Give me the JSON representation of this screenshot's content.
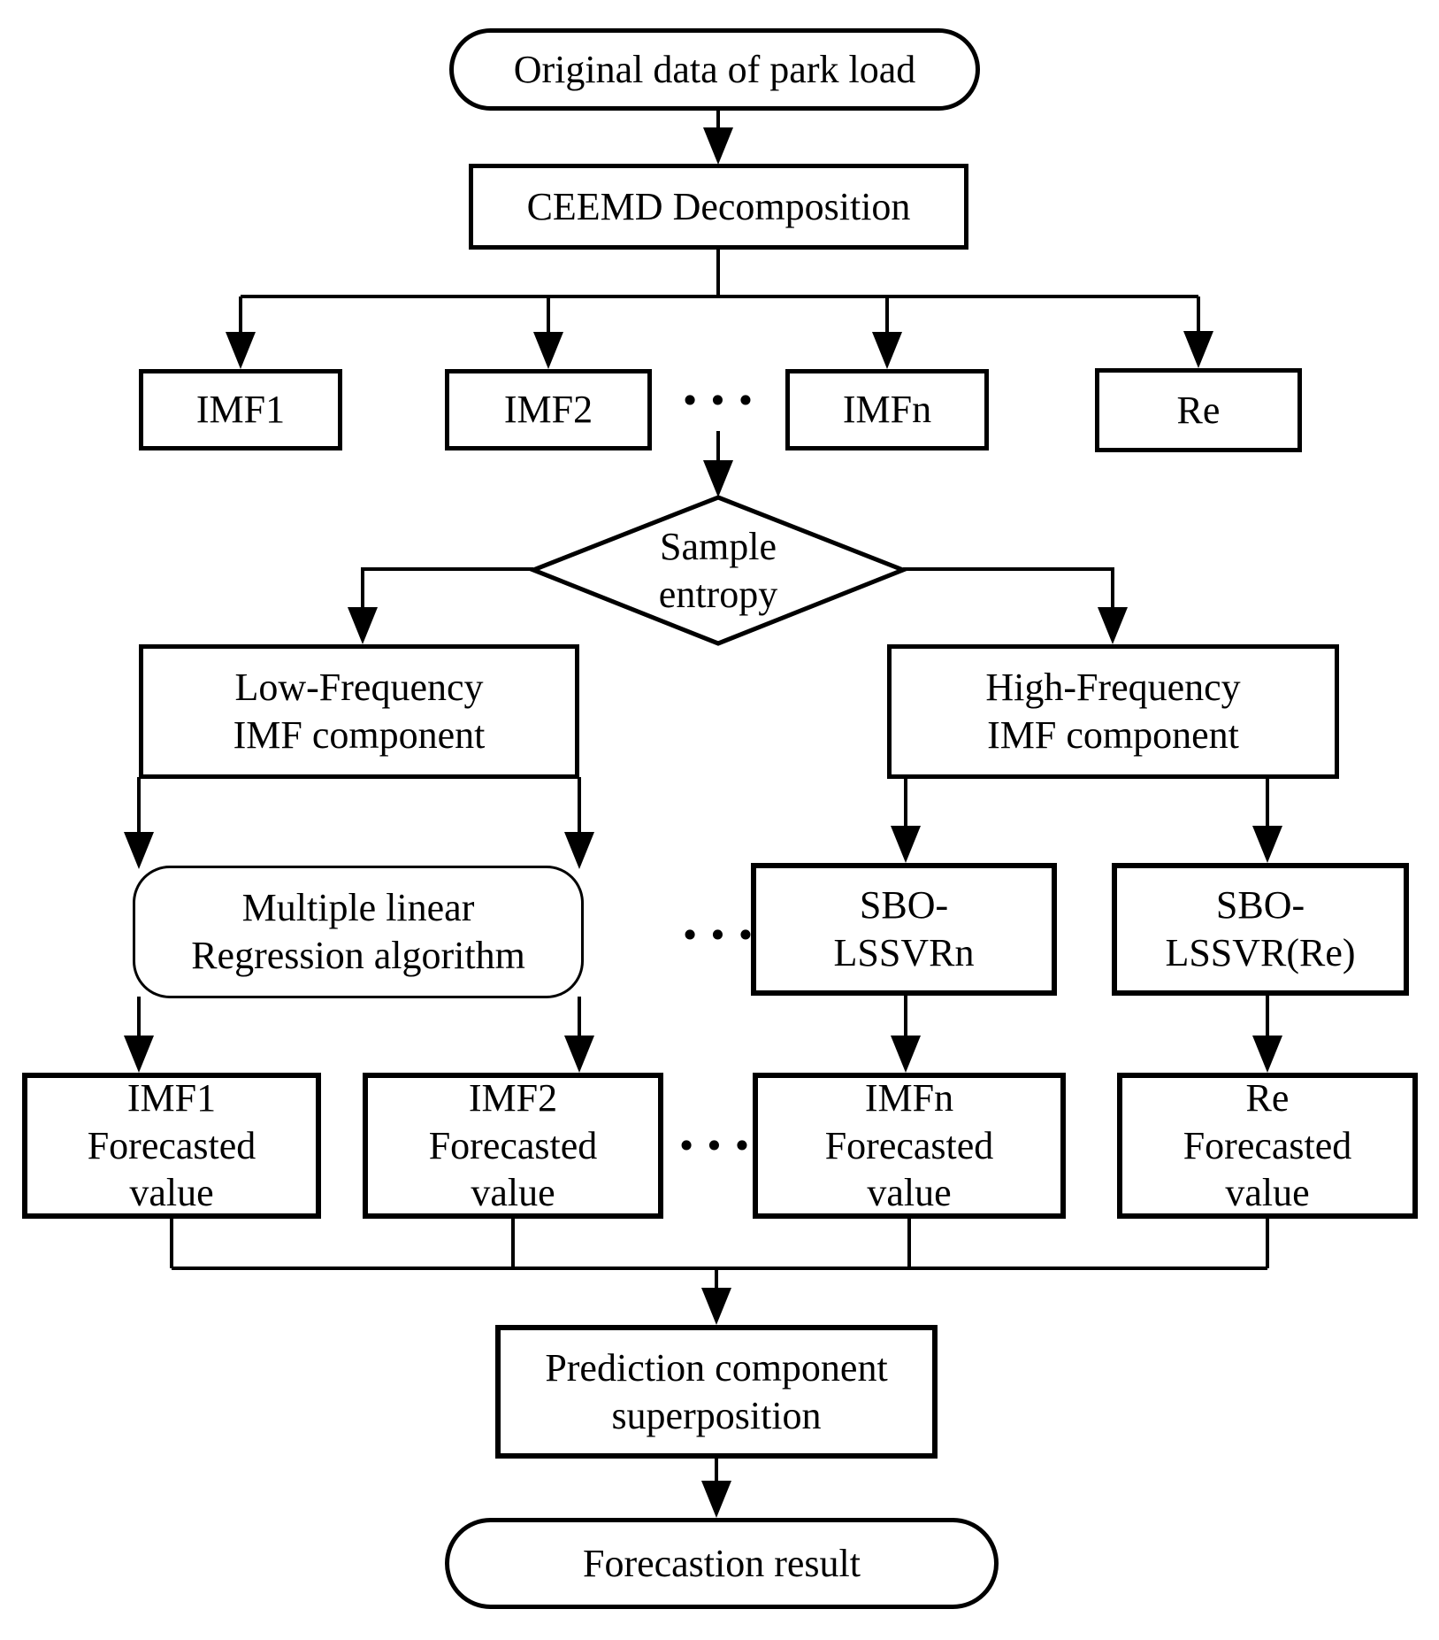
{
  "title": "CEEMD-SBO-LSSVR park load forecasting flowchart",
  "colors": {
    "stroke": "#000000",
    "fill": "#ffffff",
    "text": "#000000"
  },
  "ellipsis": {
    "glyph": "•••"
  },
  "nodes": {
    "source": {
      "label": "Original data of park load"
    },
    "ceemd": {
      "label": "CEEMD Decomposition"
    },
    "imf1": {
      "label": "IMF1"
    },
    "imf2": {
      "label": "IMF2"
    },
    "imfn": {
      "label": "IMFn"
    },
    "re": {
      "label": "Re"
    },
    "entropy": {
      "line1": "Sample",
      "line2": "entropy"
    },
    "lowfreq": {
      "line1": "Low-Frequency",
      "line2": "IMF component"
    },
    "highfreq": {
      "line1": "High-Frequency",
      "line2": "IMF component"
    },
    "mlr": {
      "line1": "Multiple linear",
      "line2": "Regression algorithm"
    },
    "sbo_n": {
      "line1": "SBO-",
      "line2": "LSSVRn"
    },
    "sbo_re": {
      "line1": "SBO-",
      "line2": "LSSVR(Re)"
    },
    "imf1_fv": {
      "line1": "IMF1",
      "line2": "Forecasted",
      "line3": "value"
    },
    "imf2_fv": {
      "line1": "IMF2",
      "line2": "Forecasted",
      "line3": "value"
    },
    "imfn_fv": {
      "line1": "IMFn",
      "line2": "Forecasted",
      "line3": "value"
    },
    "re_fv": {
      "line1": "Re",
      "line2": "Forecasted",
      "line3": "value"
    },
    "superposition": {
      "line1": "Prediction component",
      "line2": "superposition"
    },
    "result": {
      "label": "Forecastion result"
    }
  }
}
